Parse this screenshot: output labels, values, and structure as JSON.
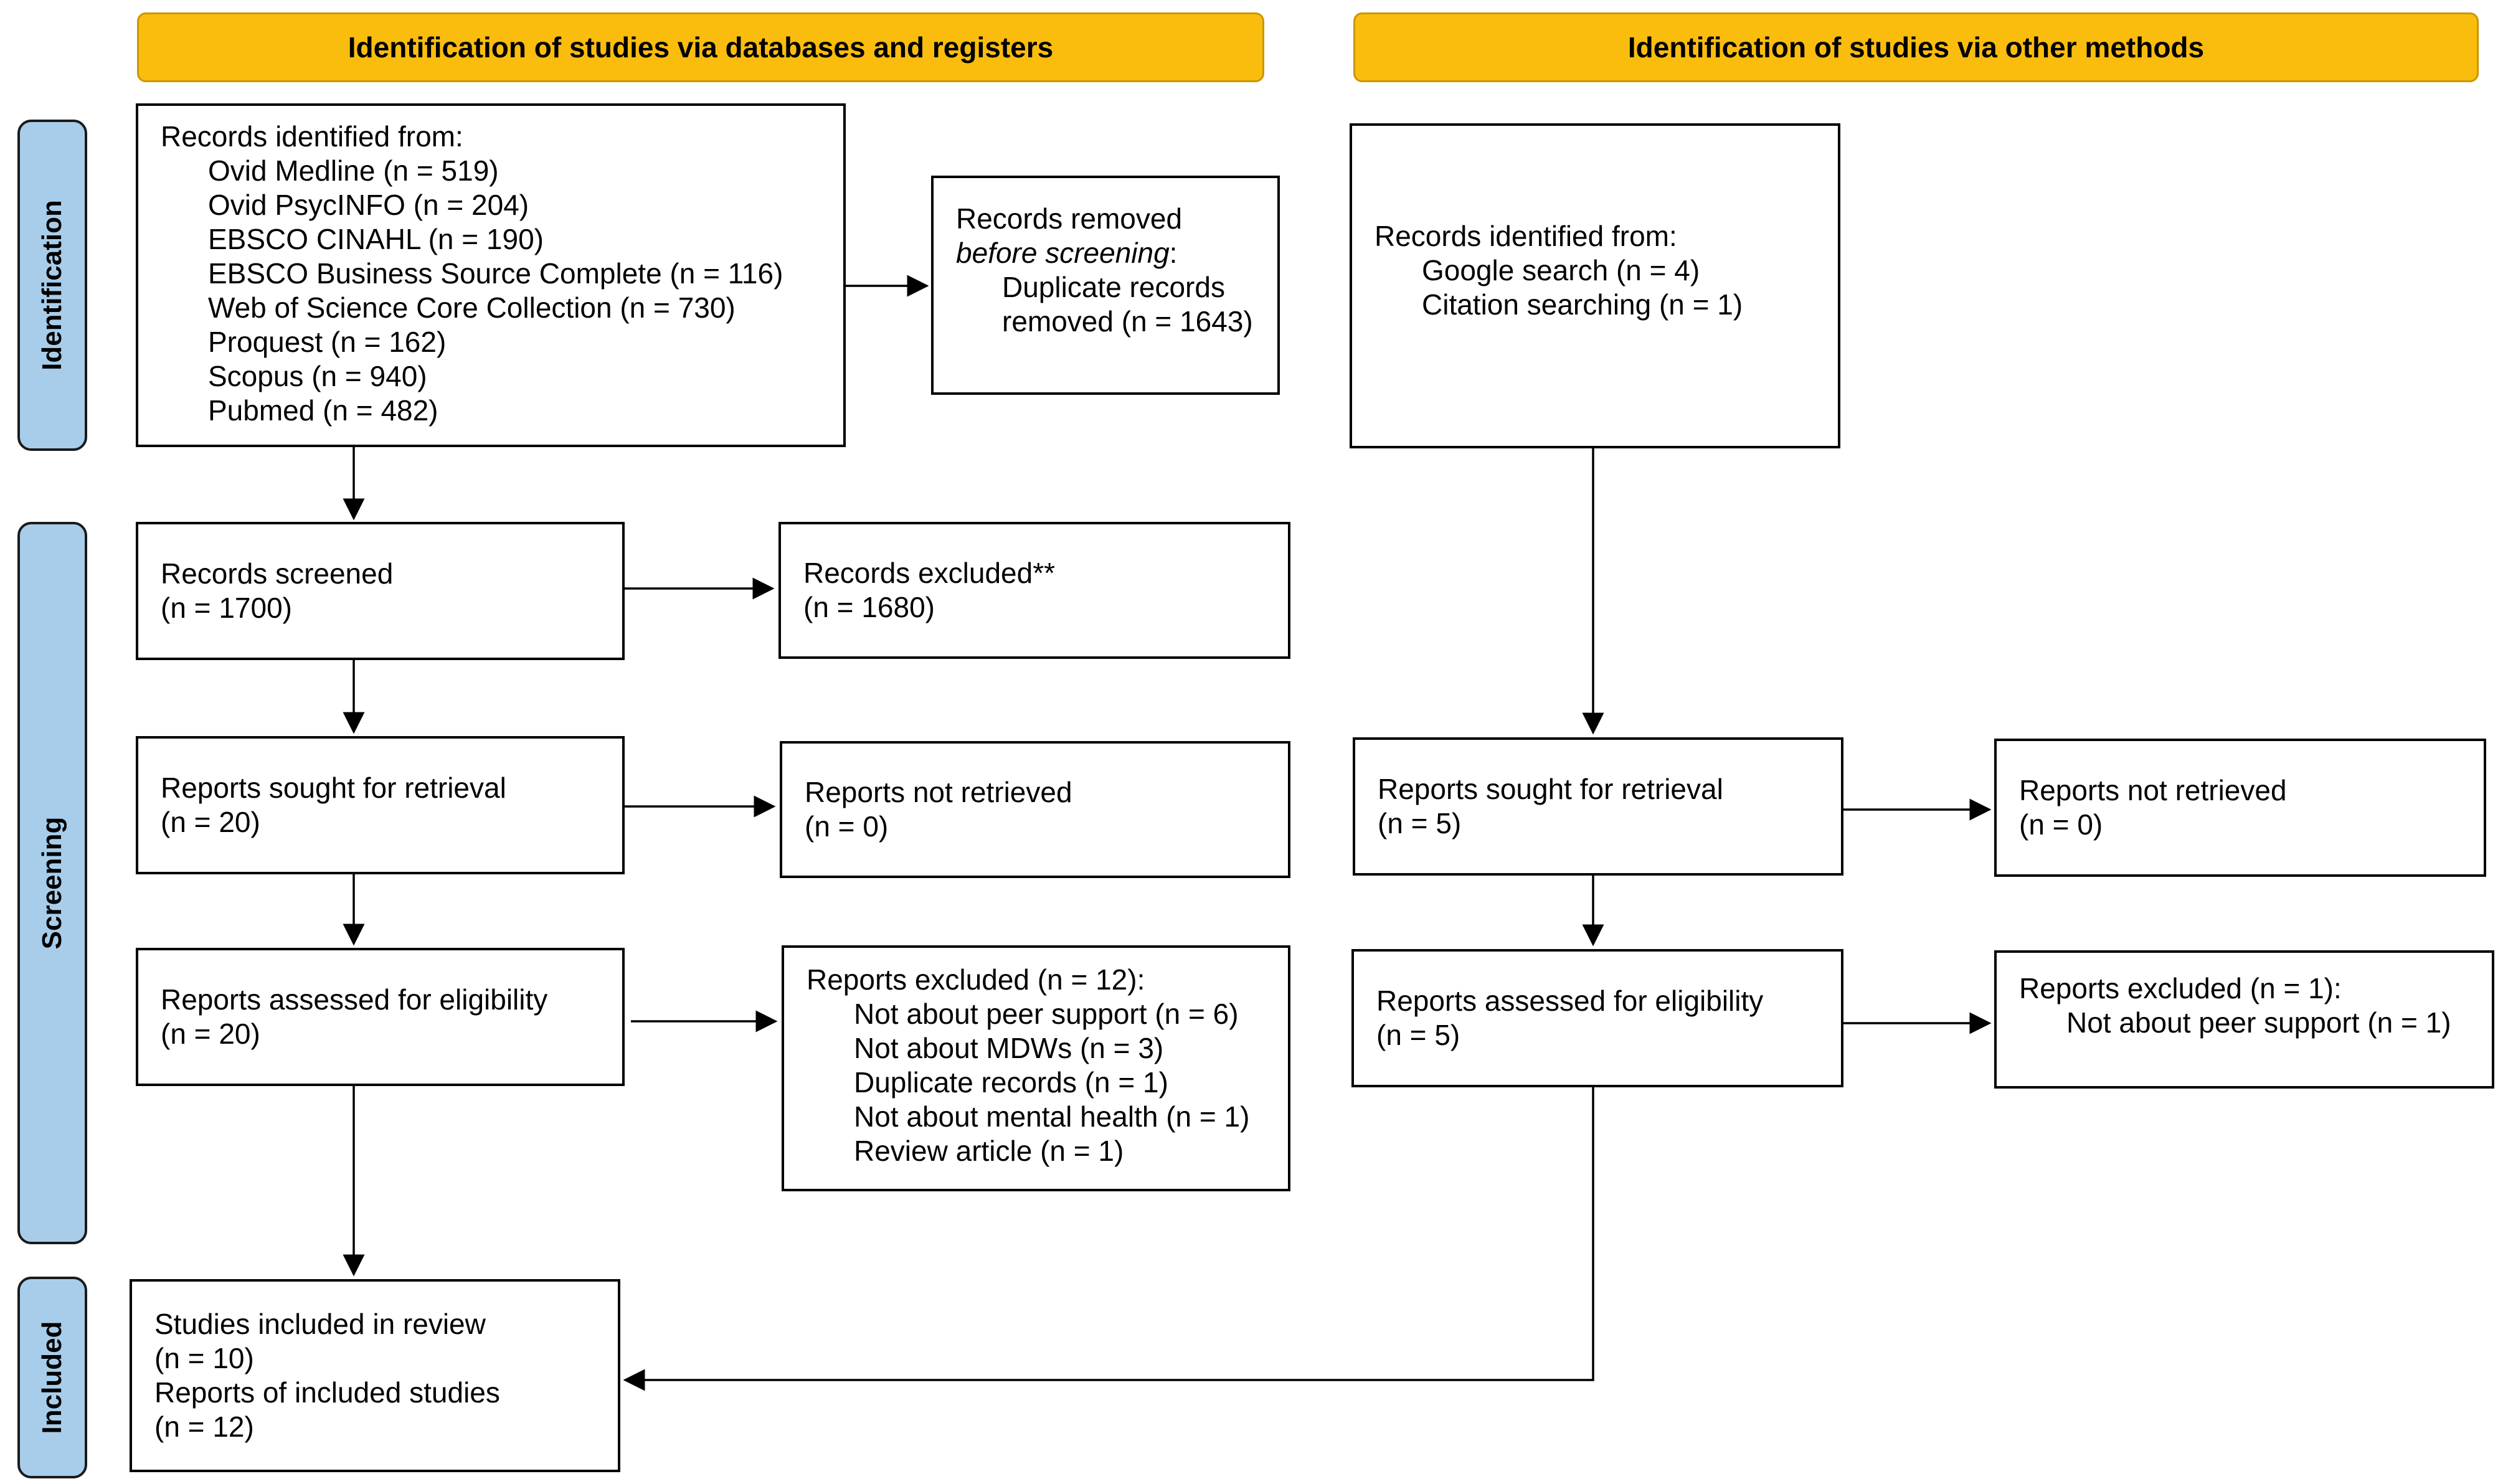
{
  "headers": {
    "left": "Identification of studies via databases and registers",
    "right": "Identification of studies via other methods"
  },
  "phases": {
    "identification": "Identification",
    "screening": "Screening",
    "included": "Included"
  },
  "db": {
    "records_identified": {
      "title": "Records identified from:",
      "sources": [
        "Ovid Medline (n = 519)",
        "Ovid PsycINFO (n = 204)",
        "EBSCO CINAHL (n = 190)",
        "EBSCO Business Source Complete (n = 116)",
        "Web of Science Core Collection (n = 730)",
        "Proquest (n = 162)",
        "Scopus (n = 940)",
        "Pubmed (n = 482)"
      ]
    },
    "records_removed": {
      "line1": "Records removed",
      "line2": "before screening",
      "line2_suffix": ":",
      "detail": "Duplicate records removed (n = 1643)"
    },
    "records_screened": {
      "label": "Records screened",
      "n": "(n = 1700)"
    },
    "records_excluded": {
      "label": "Records excluded**",
      "n": "(n = 1680)"
    },
    "reports_sought": {
      "label": "Reports sought for retrieval",
      "n": "(n = 20)"
    },
    "reports_not_retrieved": {
      "label": "Reports not retrieved",
      "n": "(n = 0)"
    },
    "reports_assessed": {
      "label": "Reports assessed for eligibility",
      "n": "(n = 20)"
    },
    "reports_excluded": {
      "title": "Reports excluded (n = 12):",
      "reasons": [
        "Not about peer support (n = 6)",
        "Not about MDWs (n = 3)",
        "Duplicate records (n = 1)",
        "Not about mental health (n = 1)",
        "Review article (n = 1)"
      ]
    }
  },
  "other": {
    "records_identified": {
      "title": "Records identified from:",
      "sources": [
        "Google search (n = 4)",
        "Citation searching (n = 1)"
      ]
    },
    "reports_sought": {
      "label": "Reports sought for retrieval",
      "n": "(n = 5)"
    },
    "reports_not_retrieved": {
      "label": "Reports not retrieved",
      "n": "(n = 0)"
    },
    "reports_assessed": {
      "label": "Reports assessed for eligibility",
      "n": "(n = 5)"
    },
    "reports_excluded": {
      "title": "Reports excluded (n = 1):",
      "reasons": [
        "Not about peer support (n = 1)"
      ]
    }
  },
  "included": {
    "studies_label": "Studies included in review",
    "studies_n": "(n = 10)",
    "reports_label": "Reports of included studies",
    "reports_n": "(n = 12)"
  }
}
